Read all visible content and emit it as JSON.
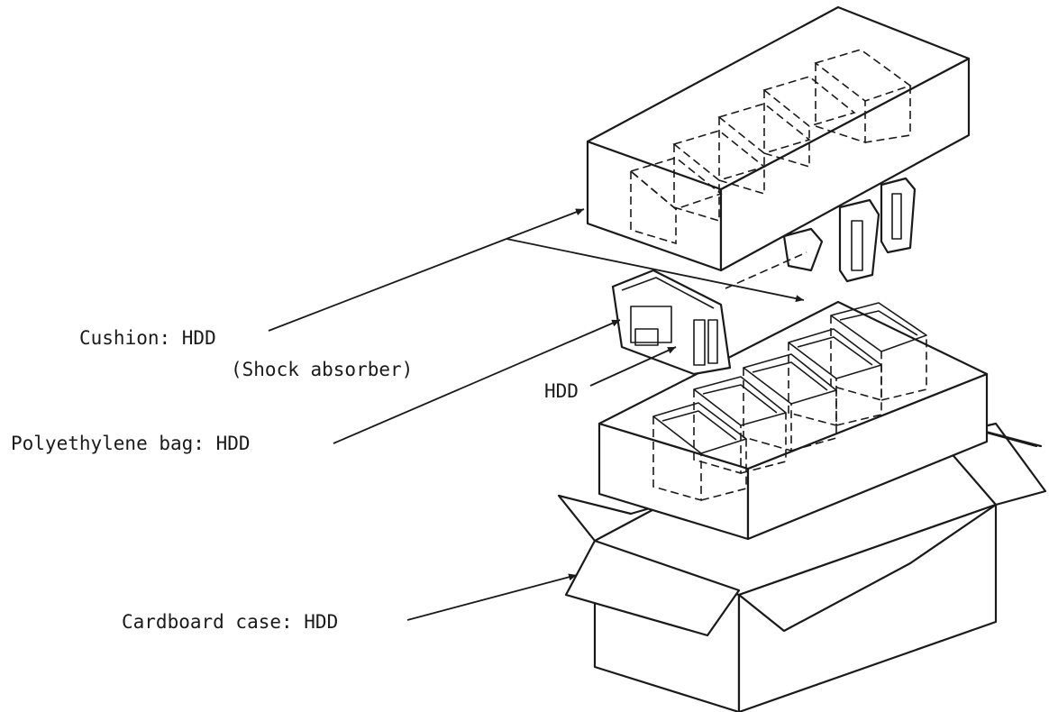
{
  "labels": {
    "cushion": "Cushion: HDD",
    "cushion_note": "(Shock absorber)",
    "hdd": "HDD",
    "bag": "Polyethylene bag: HDD",
    "cardboard": "Cardboard case: HDD"
  },
  "colors": {
    "ink": "#1a1a1a",
    "paper": "#ffffff"
  }
}
